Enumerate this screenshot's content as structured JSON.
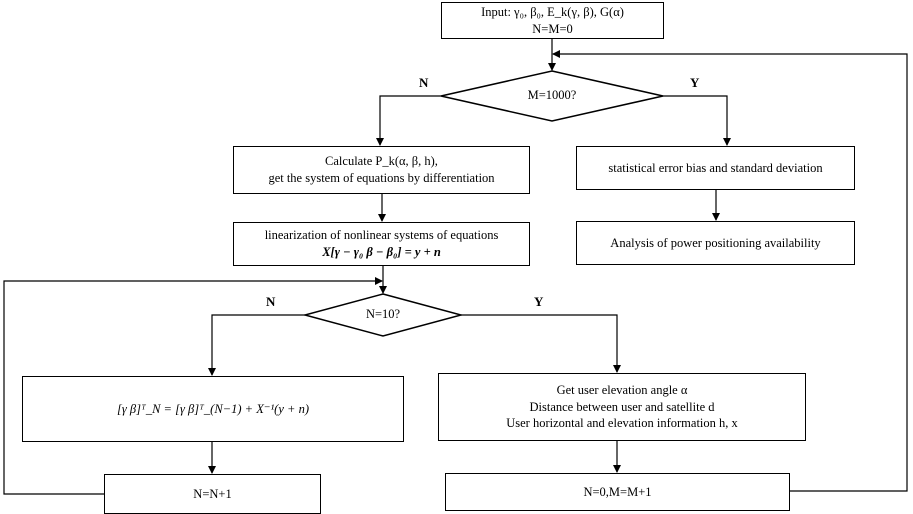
{
  "nodes": {
    "input": {
      "line1": "Input: γ₀, β₀, E_k(γ, β), G(α)",
      "line2": "N=M=0"
    },
    "decision_m": {
      "label": "M=1000?"
    },
    "calculate": {
      "line1": "Calculate P_k(α, β, h),",
      "line2": "get the system of equations by differentiation"
    },
    "statistical": {
      "label": "statistical error bias and standard deviation"
    },
    "analysis": {
      "label": "Analysis of power positioning availability"
    },
    "linearization": {
      "line1": "linearization of nonlinear systems of equations",
      "line2": "X[γ − γ₀  β − β₀] = y + n"
    },
    "decision_n": {
      "label": "N=10?"
    },
    "iteration": {
      "label": "[γ β]ᵀ_N = [γ β]ᵀ_(N−1) + X⁻¹(y + n)"
    },
    "user_info": {
      "line1": "Get user elevation angle α",
      "line2": "Distance between user and satellite d",
      "line3": "User horizontal and elevation information h, x"
    },
    "n_increment": {
      "label": "N=N+1"
    },
    "reset": {
      "label": "N=0,M=M+1"
    }
  },
  "branch_labels": {
    "m_no": "N",
    "m_yes": "Y",
    "n_no": "N",
    "n_yes": "Y"
  }
}
